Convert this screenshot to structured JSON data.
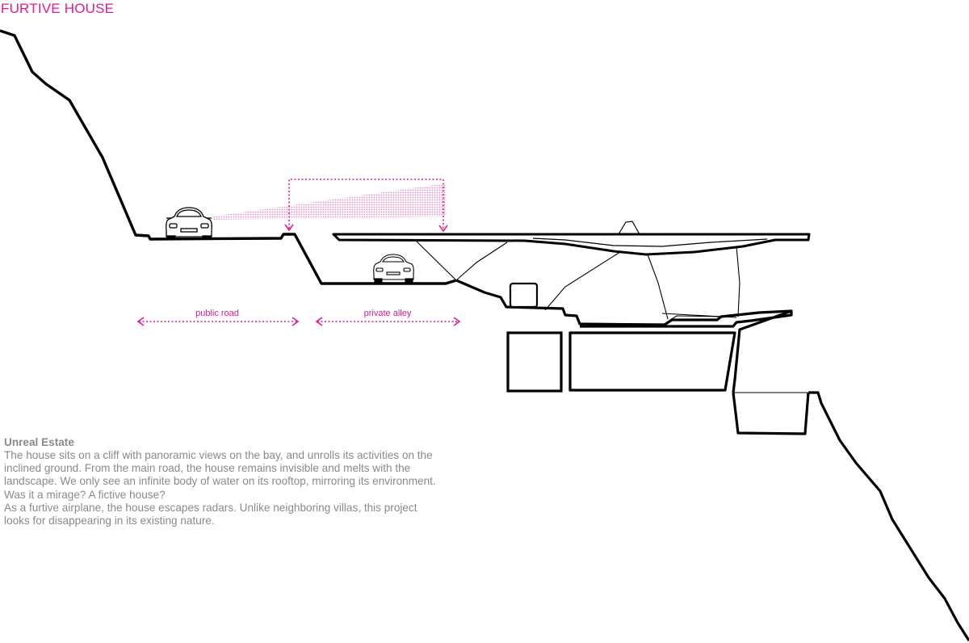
{
  "title": "FURTIVE HOUSE",
  "labels": {
    "public_road": "public road",
    "private_alley": "private alley"
  },
  "description": {
    "heading": "Unreal Estate",
    "paragraph_1": "The house sits on a cliff with panoramic views on the bay, and unrolls its activities on the inclined ground. From the main road, the house remains invisible and melts with the landscape. We only see an infinite body of water on its rooftop, mirroring its environment. Was it a mirage? A fictive house?",
    "paragraph_2": "As a furtive airplane, the house escapes radars. Unlike neighboring villas, this project looks for disappearing in its existing nature."
  },
  "colors": {
    "accent": "#e6198c",
    "line": "#000000",
    "text": "#8a8a8a"
  },
  "icons": [
    "car-icon",
    "arrow-left-icon",
    "arrow-right-icon",
    "arrow-down-icon"
  ]
}
